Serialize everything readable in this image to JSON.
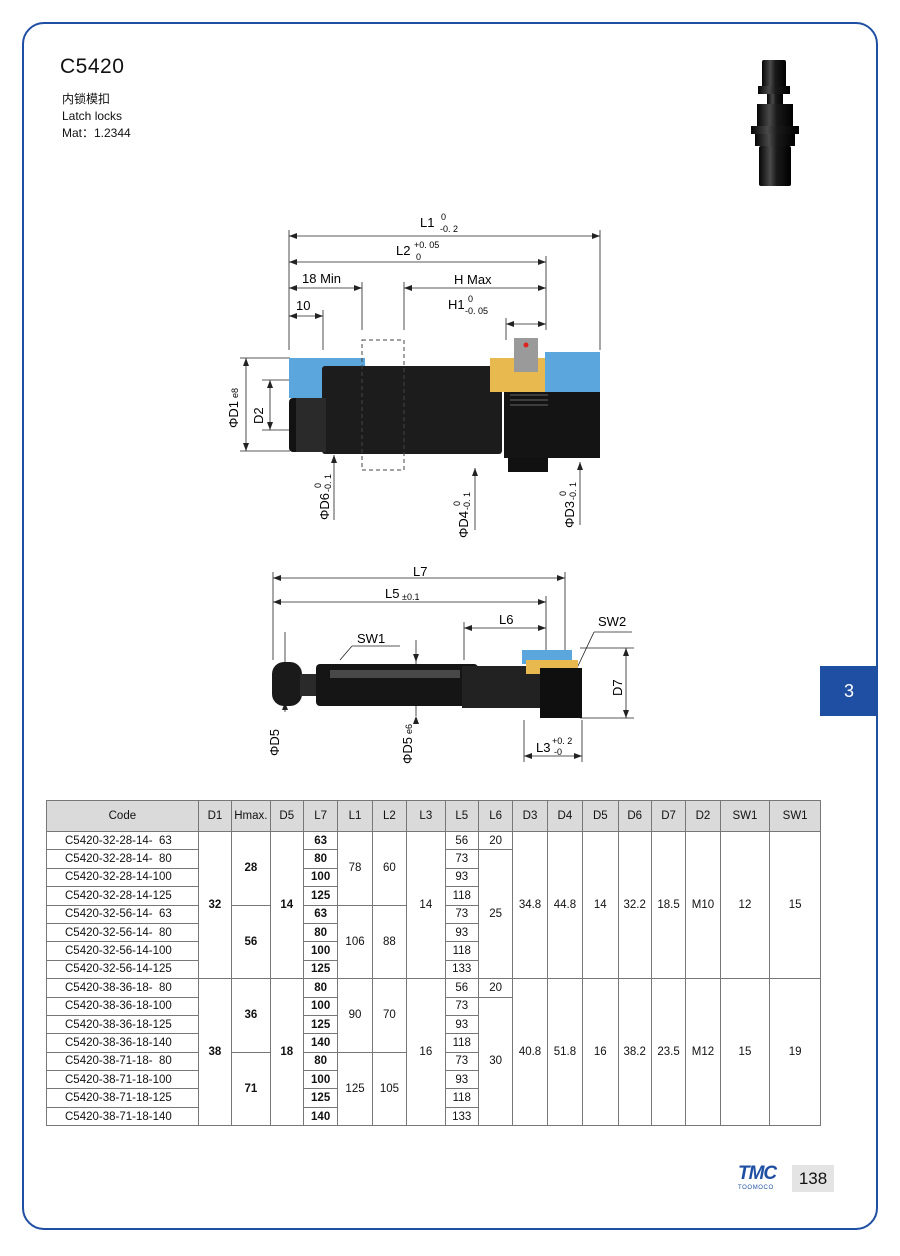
{
  "header": {
    "title": "C5420",
    "subtitle_cn": "内锁模扣",
    "subtitle_en": "Latch locks",
    "material": "Mat：1.2344"
  },
  "section_tab": "3",
  "drawing1": {
    "l1_label": "L1",
    "l1_tol_upper": "0",
    "l1_tol_lower": "-0. 2",
    "l2_label": "L2",
    "l2_tol_upper": "+0. 05",
    "l2_tol_lower": "0",
    "min_label": "18  Min",
    "hmax_label": "H  Max",
    "ten_label": "10",
    "h1_label": "H1",
    "h1_tol_upper": "0",
    "h1_tol_lower": "-0. 05",
    "d1_label": "ΦD1",
    "d1_tol": "e8",
    "d2_label": "D2",
    "d6_label": "ΦD6",
    "d6_tol_upper": "0",
    "d6_tol_lower": "-0. 1",
    "d4_label": "ΦD4",
    "d4_tol_upper": "0",
    "d4_tol_lower": "-0. 1",
    "d3_label": "ΦD3",
    "d3_tol_upper": "0",
    "d3_tol_lower": "-0. 1"
  },
  "drawing2": {
    "l7_label": "L7",
    "l5_label": "L5",
    "l5_tol": "±0.1",
    "l6_label": "L6",
    "sw1_label": "SW1",
    "sw2_label": "SW2",
    "d7_label": "D7",
    "d5a_label": "ΦD5",
    "d5b_label": "ΦD5",
    "d5b_tol": "e6",
    "l3_label": "L3",
    "l3_tol_upper": "+0. 2",
    "l3_tol_lower": "-0"
  },
  "table": {
    "headers": [
      "Code",
      "D1",
      "Hmax.",
      "D5",
      "L7",
      "L1",
      "L2",
      "L3",
      "L5",
      "L6",
      "D3",
      "D4",
      "D5",
      "D6",
      "D7",
      "D2",
      "SW1",
      "SW1"
    ],
    "group1": {
      "d1": "32",
      "d5": "14",
      "l3": "14",
      "d3": "34.8",
      "d4": "44.8",
      "d5b": "14",
      "d6": "32.2",
      "d7": "18.5",
      "d2": "M10",
      "sw1a": "12",
      "sw1b": "15",
      "l6_first": "20",
      "l6_rest": "25",
      "sub": [
        {
          "hmax": "28",
          "l1": "78",
          "l2": "60",
          "rows": [
            {
              "code": "C5420-32-28-14-  63",
              "l7": "63",
              "l5": "56"
            },
            {
              "code": "C5420-32-28-14-  80",
              "l7": "80",
              "l5": "73"
            },
            {
              "code": "C5420-32-28-14-100",
              "l7": "100",
              "l5": "93"
            },
            {
              "code": "C5420-32-28-14-125",
              "l7": "125",
              "l5": "118"
            }
          ]
        },
        {
          "hmax": "56",
          "l1": "106",
          "l2": "88",
          "rows": [
            {
              "code": "C5420-32-56-14-  63",
              "l7": "63",
              "l5": "73"
            },
            {
              "code": "C5420-32-56-14-  80",
              "l7": "80",
              "l5": "93"
            },
            {
              "code": "C5420-32-56-14-100",
              "l7": "100",
              "l5": "118"
            },
            {
              "code": "C5420-32-56-14-125",
              "l7": "125",
              "l5": "133"
            }
          ]
        }
      ]
    },
    "group2": {
      "d1": "38",
      "d5": "18",
      "l3": "16",
      "d3": "40.8",
      "d4": "51.8",
      "d5b": "16",
      "d6": "38.2",
      "d7": "23.5",
      "d2": "M12",
      "sw1a": "15",
      "sw1b": "19",
      "l6_first": "20",
      "l6_rest": "30",
      "sub": [
        {
          "hmax": "36",
          "l1": "90",
          "l2": "70",
          "rows": [
            {
              "code": "C5420-38-36-18-  80",
              "l7": "80",
              "l5": "56"
            },
            {
              "code": "C5420-38-36-18-100",
              "l7": "100",
              "l5": "73"
            },
            {
              "code": "C5420-38-36-18-125",
              "l7": "125",
              "l5": "93"
            },
            {
              "code": "C5420-38-36-18-140",
              "l7": "140",
              "l5": "118"
            }
          ]
        },
        {
          "hmax": "71",
          "l1": "125",
          "l2": "105",
          "rows": [
            {
              "code": "C5420-38-71-18-  80",
              "l7": "80",
              "l5": "73"
            },
            {
              "code": "C5420-38-71-18-100",
              "l7": "100",
              "l5": "93"
            },
            {
              "code": "C5420-38-71-18-125",
              "l7": "125",
              "l5": "118"
            },
            {
              "code": "C5420-38-71-18-140",
              "l7": "140",
              "l5": "133"
            }
          ]
        }
      ]
    }
  },
  "footer": {
    "logo_text": "TMC",
    "logo_sub": "TOOMOCO",
    "page_number": "138"
  },
  "colors": {
    "frame": "#1f4fa3",
    "tab_bg": "#1f4fa3",
    "insert_blue": "#5aa6dd",
    "insert_gold": "#e7b94e",
    "body_black": "#121212"
  }
}
